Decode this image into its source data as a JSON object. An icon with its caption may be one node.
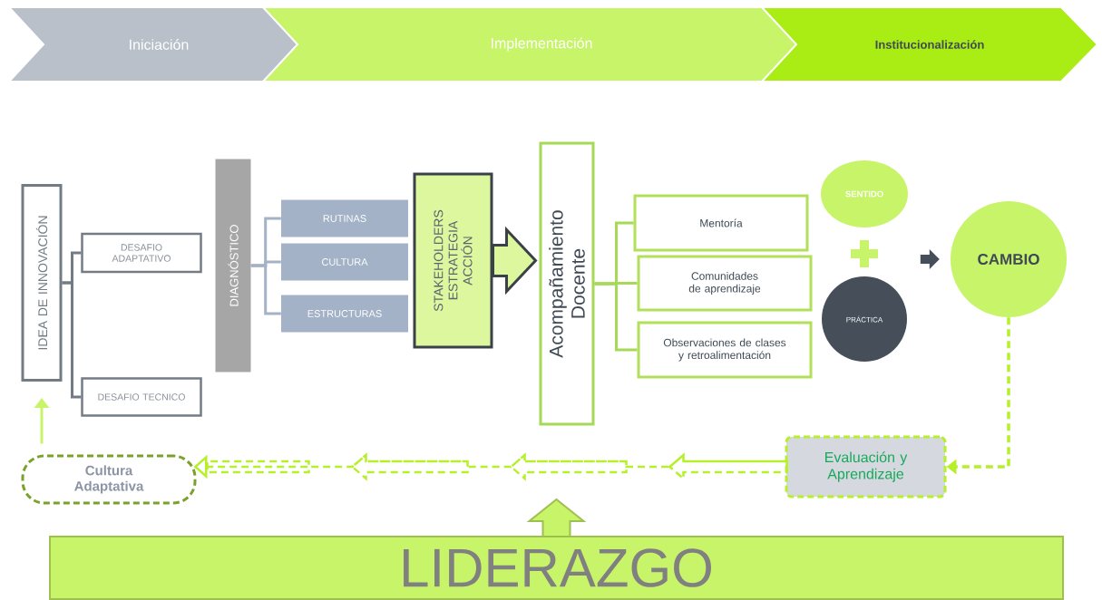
{
  "diagram": {
    "nodes": [
      {
        "text": [
          "Iniciación"
        ]
      },
      {
        "text": [
          "Implementación"
        ]
      },
      {
        "text": [
          "Institucionalización"
        ]
      },
      {
        "text": [
          "IDEA DE INNOVACIÓN"
        ]
      },
      {
        "text": [
          "DESAFIO ADAPTATIVO"
        ]
      },
      {
        "text": [
          "DESAFIO TECNICO"
        ]
      },
      {
        "text": [
          "DIAGNÓSTICO"
        ]
      },
      {
        "text": [
          "RUTINAS"
        ]
      },
      {
        "text": [
          "CULTURA"
        ]
      },
      {
        "text": [
          "ESTRUCTURAS"
        ]
      },
      {
        "text": [
          "STAKEHOLDERS ESTRATEGIA ACCIÓN"
        ]
      },
      {
        "text": [
          "Acompañamiento Docente"
        ]
      },
      {
        "text": [
          "Mentoría"
        ]
      },
      {
        "text": [
          "Comunidades de aprendizaje"
        ]
      },
      {
        "text": [
          "Observaciones de clases y retroalimentación"
        ]
      },
      {
        "text": [
          "SENTIDO"
        ]
      },
      {
        "text": [
          "PRÁCTICA"
        ]
      },
      {
        "text": [
          "CAMBIO"
        ]
      },
      {
        "text": [
          "Evaluación y Aprendizaje"
        ]
      },
      {
        "text": [
          "Cultura Adaptativa"
        ]
      },
      {
        "text": [
          "LIDERAZGO"
        ]
      }
    ],
    "edges": [
      {
        "from": 3,
        "to": 4,
        "arrow": "none"
      },
      {
        "from": 3,
        "to": 5,
        "arrow": "none"
      },
      {
        "from": 6,
        "to": 7,
        "arrow": "none",
        "color": "#a3b2c6"
      },
      {
        "from": 6,
        "to": 8,
        "arrow": "none",
        "color": "#a3b2c6"
      },
      {
        "from": 6,
        "to": 9,
        "arrow": "none",
        "color": "#a3b2c6"
      },
      {
        "from": 10,
        "to": 11,
        "arrow": "to",
        "style": "thick",
        "color": "#3a4148"
      },
      {
        "from": 11,
        "to": 12,
        "arrow": "none",
        "color": "#a6d957"
      },
      {
        "from": 11,
        "to": 13,
        "arrow": "none",
        "color": "#a6d957"
      },
      {
        "from": 11,
        "to": 14,
        "arrow": "none",
        "color": "#a6d957"
      },
      {
        "from": null,
        "to": 17,
        "arrow": "to",
        "color": "#454e59"
      },
      {
        "from": 17,
        "to": 18,
        "arrow": "to",
        "style": "dashed",
        "color": "#b5f02a"
      },
      {
        "from": 18,
        "to": 19,
        "arrow": "to",
        "style": "dashed",
        "color": "#b5f02a"
      },
      {
        "from": 19,
        "to": 3,
        "arrow": "to",
        "color": "#c8f46a"
      },
      {
        "from": 20,
        "to": null,
        "arrow": "to",
        "color": "#9fbf4f"
      }
    ]
  }
}
